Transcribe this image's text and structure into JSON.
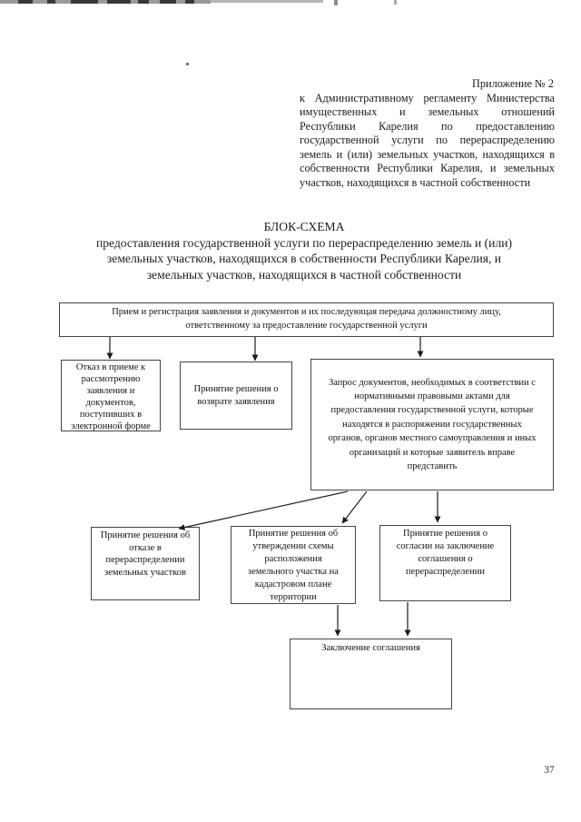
{
  "colors": {
    "ink": "#1c1c1c",
    "paper": "#ffffff",
    "box_border": "#454545"
  },
  "header": {
    "appendix": "Приложение № 2",
    "body_lines": [
      "к Административному регламенту Министерства",
      "имущественных и земельных отношений",
      "Республики Карелия по предоставлению",
      "государственной услуги по перераспределению",
      "земель и (или) земельных участков, находящихся в",
      "собственности Республики Карелия, и земельных"
    ],
    "body_last_line": "участков, находящихся в частной собственности"
  },
  "title": {
    "heading": "БЛОК-СХЕМА",
    "subtitle_lines": [
      "предоставления государственной услуги  по перераспределению земель и (или)",
      "земельных участков, находящихся в собственности Республики Карелия, и",
      "земельных участков, находящихся в частной собственности"
    ]
  },
  "flowchart": {
    "reception": {
      "lines": [
        "Прием и регистрация заявления и документов и их последующая передача должностному лицу,",
        "ответственному за предоставление государственной услуги"
      ]
    },
    "refusal_electronic": {
      "lines": [
        "Отказ в приеме к",
        "рассмотрению",
        "заявления и",
        "документов,",
        "поступивших в",
        "электронной форме"
      ]
    },
    "return_decision": {
      "lines": [
        "Принятие решения о",
        "возврате заявления"
      ]
    },
    "request_documents": {
      "lines": [
        "Запрос документов, необходимых в соответствии с",
        "нормативными правовыми актами для",
        "предоставления государственной услуги, которые",
        "находятся в распоряжении государственных",
        "органов, органов местного самоуправления и иных",
        "организаций и которые заявитель вправе",
        "представить"
      ]
    },
    "refusal_redistribution": {
      "lines": [
        "Принятие решения об",
        "отказе в",
        "перераспределении",
        "земельных участков"
      ]
    },
    "scheme_approval": {
      "lines": [
        "Принятие решения об",
        "утверждении схемы",
        "расположения",
        "земельного участка на",
        "кадастровом плане",
        "территории"
      ]
    },
    "consent_decision": {
      "lines": [
        "Принятие решения о",
        "согласии на заключение",
        "соглашения о",
        "перераспределении"
      ]
    },
    "agreement": {
      "lines": [
        "Заключение соглашения"
      ]
    }
  },
  "page": {
    "number": "37"
  }
}
